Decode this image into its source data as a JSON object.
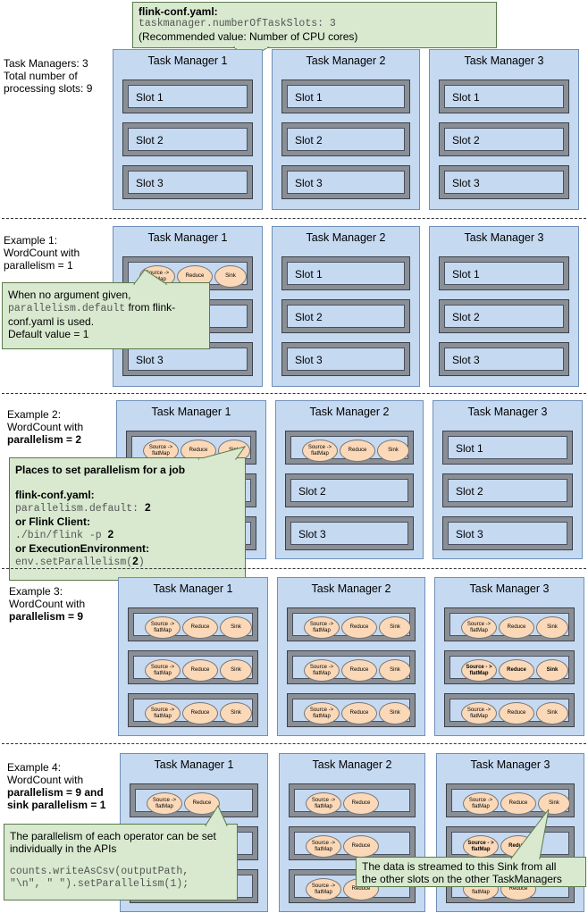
{
  "top_callout": {
    "title": "flink-conf.yaml:",
    "code": "taskmanager.numberOfTaskSlots: 3",
    "note": "(Recommended value: Number of CPU cores)"
  },
  "sections": [
    {
      "label_lines": [
        "Task Managers: 3",
        "Total number of",
        "processing slots: 9"
      ]
    },
    {
      "label_lines": [
        "Example 1:",
        "WordCount with",
        "parallelism = 1"
      ]
    },
    {
      "label_lines": [
        "Example 2:",
        "WordCount with"
      ],
      "label_bold": "parallelism = 2"
    },
    {
      "label_lines": [
        "Example 3:",
        "WordCount with"
      ],
      "label_bold": "parallelism = 9"
    },
    {
      "label_lines": [
        "Example 4:",
        "WordCount with"
      ],
      "label_bold": "parallelism = 9 and",
      "label_bold2": "sink parallelism = 1"
    }
  ],
  "tm_titles": [
    "Task Manager 1",
    "Task Manager 2",
    "Task Manager 3"
  ],
  "slot_labels": [
    "Slot 1",
    "Slot 2",
    "Slot 3"
  ],
  "ops": {
    "source": "Source -> flatMap",
    "reduce": "Reduce",
    "sink": "Sink",
    "source_bold": "Source - > flatMap"
  },
  "callout1": {
    "line1": "When no argument given,",
    "code": "parallelism.default",
    "line2": " from flink-",
    "line3": "conf.yaml is used.",
    "line4": "Default value = 1"
  },
  "callout2": {
    "title": "Places to set parallelism for a job",
    "h1": "flink-conf.yaml:",
    "c1": "parallelism.default: ",
    "v1": "2",
    "h2": "or Flink Client:",
    "c2": "./bin/flink -p ",
    "v2": "2",
    "h3": "or ExecutionEnvironment:",
    "c3a": "env.setParallelism(",
    "v3": "2",
    "c3b": ")"
  },
  "callout3": {
    "text1": "The parallelism of each operator can be set",
    "text2": "individually in the APIs",
    "code1": "counts.writeAsCsv(outputPath,",
    "code2": "\"\\n\", \" \").setParallelism(1);"
  },
  "callout4": {
    "line1": "The data is streamed to this Sink from all",
    "line2": "the other slots on the other TaskManagers"
  }
}
